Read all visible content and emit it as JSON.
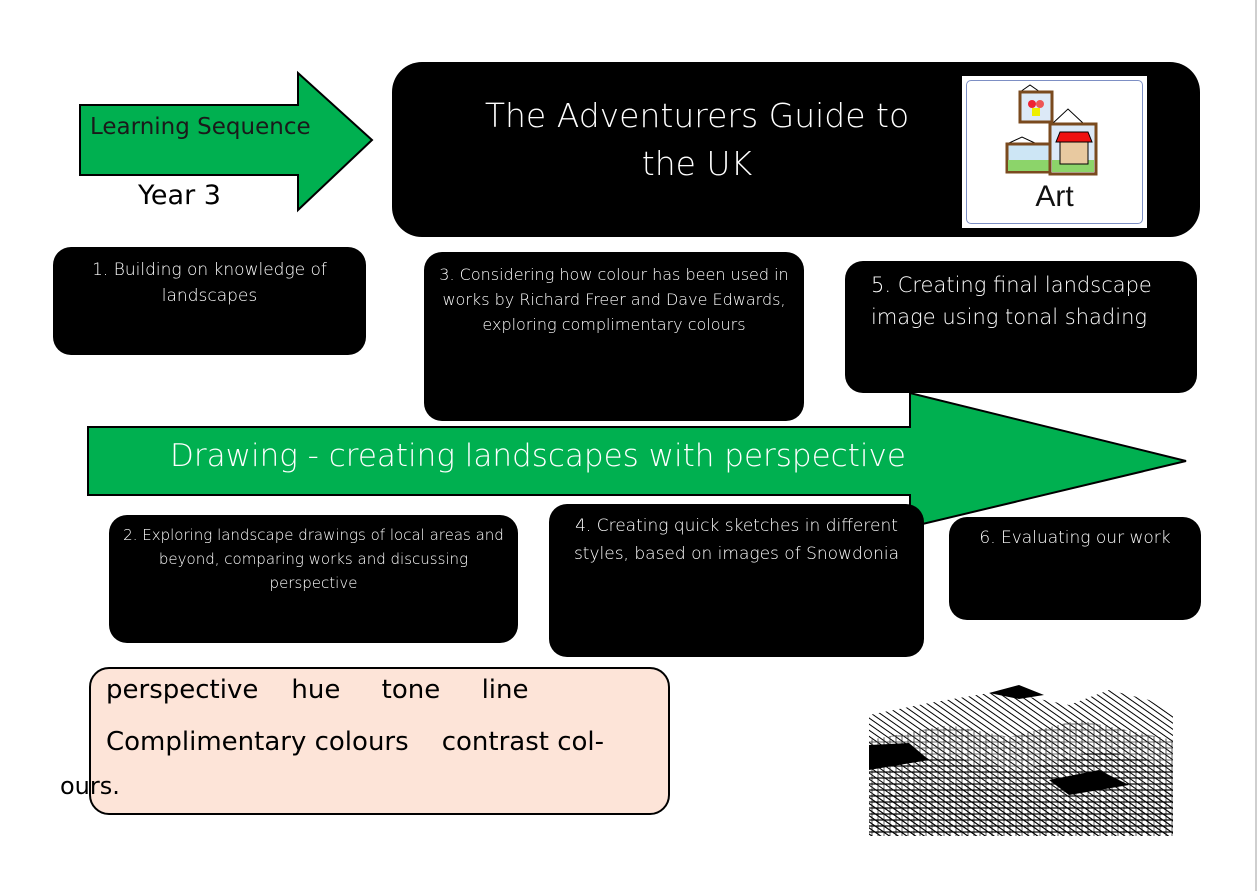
{
  "header": {
    "arrow_label": "Learning Sequence",
    "year": "Year 3",
    "title_line1": "The Adventurers Guide to",
    "title_line2": "the UK",
    "subject": "Art",
    "subject_icon": "art-pictures-icon"
  },
  "steps": [
    {
      "text": "1.     Building on knowledge of landscapes"
    },
    {
      "text": "2. Exploring landscape drawings of local areas and beyond, comparing works and discussing perspective"
    },
    {
      "text": "3. Considering how colour has been used in works by Richard Freer and Dave Edwards, exploring complimentary colours"
    },
    {
      "text": "4. Creating quick sketches in different styles, based on images of Snowdonia"
    },
    {
      "text": "5. Creating final landscape image using tonal shading"
    },
    {
      "text": "6. Evaluating our work"
    }
  ],
  "main_arrow": "Drawing - creating landscapes with perspective",
  "vocabulary": {
    "line1": "perspective    hue     tone     line",
    "line2": "Complimentary colours    contrast col-",
    "line3": "ours."
  },
  "colors": {
    "green": "#00b050",
    "vocab_bg": "#fde4d8"
  }
}
